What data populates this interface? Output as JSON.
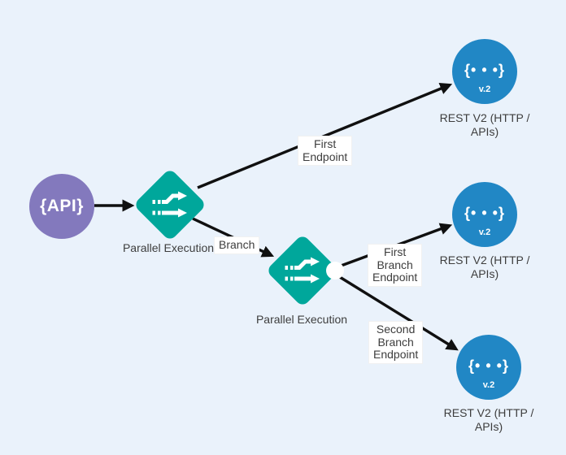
{
  "colors": {
    "canvas_bg": "#eaf2fb",
    "api_node": "#8379bd",
    "parallel_node": "#00a79b",
    "rest_node": "#2187c5",
    "edge": "#101010",
    "label_text": "#3d3d3d",
    "label_bg": "#ffffff"
  },
  "nodes": {
    "api": {
      "label": "{API}"
    },
    "parallel_1": {
      "caption": "Parallel Execution",
      "icon": "parallel-paths-icon"
    },
    "parallel_2": {
      "caption": "Parallel Execution",
      "icon": "parallel-paths-icon"
    },
    "rest_1": {
      "icon_text": "{• • •}",
      "version": "v.2",
      "caption": "REST V2 (HTTP /\nAPIs)"
    },
    "rest_2": {
      "icon_text": "{• • •}",
      "version": "v.2",
      "caption": "REST V2 (HTTP /\nAPIs)"
    },
    "rest_3": {
      "icon_text": "{• • •}",
      "version": "v.2",
      "caption": "REST V2 (HTTP /\nAPIs)"
    }
  },
  "edges": {
    "first_endpoint": {
      "label": "First\nEndpoint"
    },
    "branch": {
      "label": "Branch"
    },
    "first_branch_endpoint": {
      "label": "First\nBranch\nEndpoint"
    },
    "second_branch_endpoint": {
      "label": "Second\nBranch\nEndpoint"
    }
  }
}
